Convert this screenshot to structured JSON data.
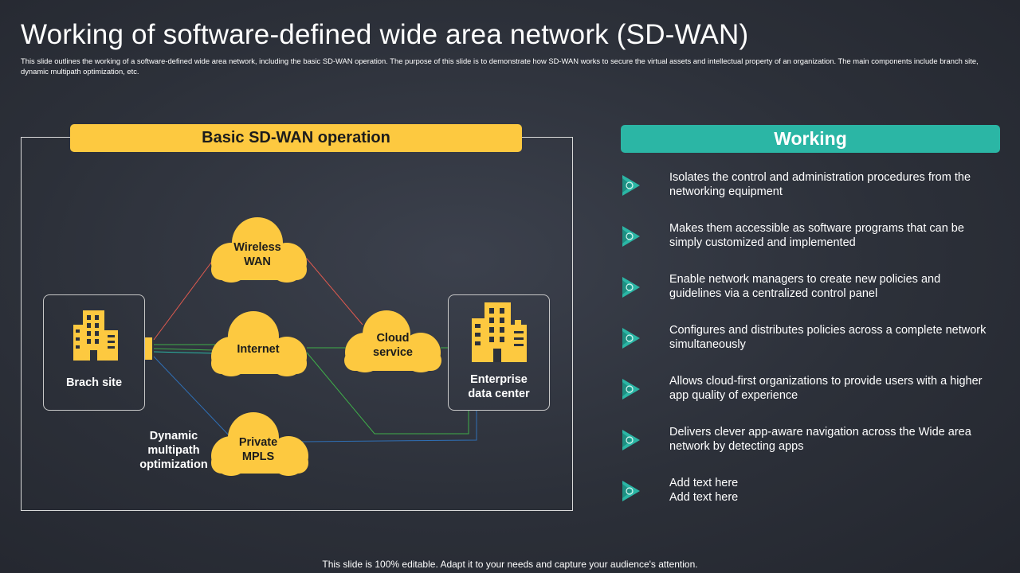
{
  "title": "Working of software-defined wide area network (SD-WAN)",
  "subtitle": "This slide outlines the working of a software-defined wide area network, including the basic SD-WAN operation. The purpose of this slide is to demonstrate how SD-WAN works to secure the virtual assets and intellectual property of an organization. The main components include branch site, dynamic multipath optimization,  etc.",
  "diagram": {
    "header": "Basic SD-WAN operation",
    "branch_label": "Brach site",
    "enterprise_label": "Enterprise data center",
    "clouds": {
      "wireless": "Wireless WAN",
      "internet": "Internet",
      "mpls": "Private MPLS",
      "cloud_service": "Cloud service"
    },
    "optimization_label": "Dynamic multipath optimization",
    "link_colors": {
      "wireless": "#e05a4f",
      "internet": "#3fae49",
      "mpls": "#2f6fb5",
      "teal": "#2bb6a5"
    }
  },
  "working": {
    "header": "Working",
    "items": [
      "Isolates the control and administration procedures from the networking equipment",
      "Makes them accessible as software programs that can be simply customized and implemented",
      "Enable network managers to create new policies and guidelines via a centralized control panel",
      "Configures and distributes policies across a complete network simultaneously",
      "Allows cloud-first organizations to provide users with a higher app quality of experience",
      "Delivers clever app-aware navigation across the Wide area network by detecting apps",
      "Add text here Add text here"
    ]
  },
  "colors": {
    "accent_yellow": "#fdc940",
    "accent_teal": "#2bb6a5"
  },
  "footer": "This slide is 100% editable. Adapt it to your needs and capture your audience's attention."
}
